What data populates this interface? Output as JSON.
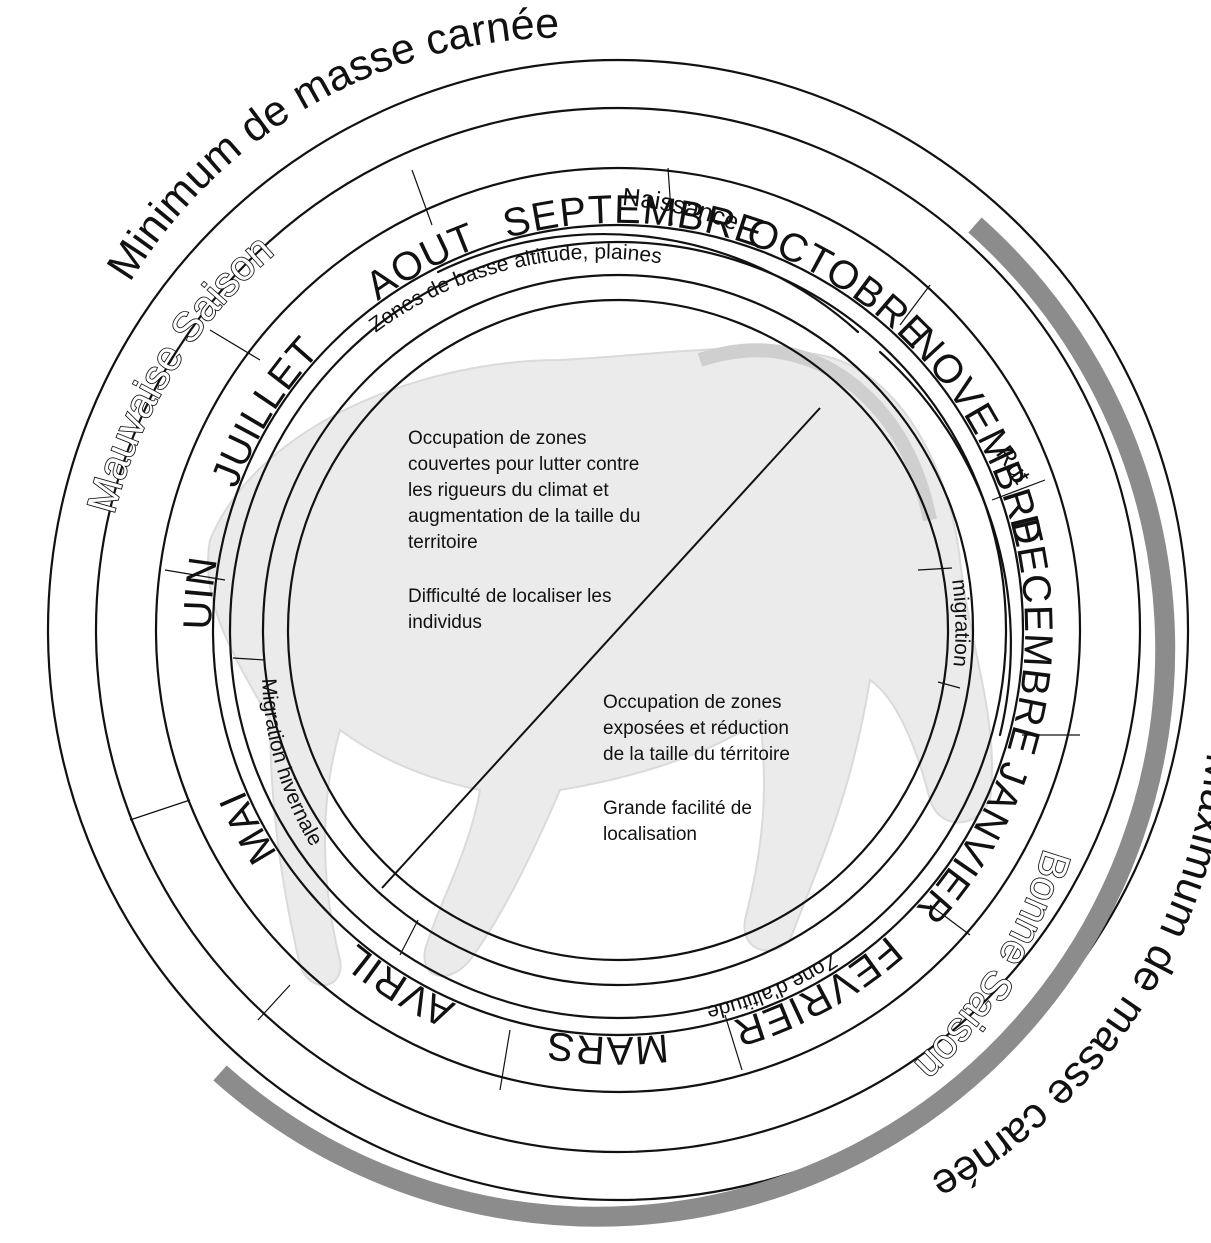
{
  "outer_labels": {
    "minimum": "Minimum de masse carnée",
    "maximum": "Maximum de masse carnée"
  },
  "seasons": {
    "bad": "Mauvaise Saison",
    "good": "Bonne Saison"
  },
  "months": [
    {
      "key": "jan",
      "label": "JANVIER"
    },
    {
      "key": "feb",
      "label": "FEVRIER"
    },
    {
      "key": "mar",
      "label": "MARS"
    },
    {
      "key": "apr",
      "label": "AVRIL"
    },
    {
      "key": "may",
      "label": "MAI"
    },
    {
      "key": "jun",
      "label": "JUIN"
    },
    {
      "key": "jul",
      "label": "JUILLET"
    },
    {
      "key": "aug",
      "label": "AOUT"
    },
    {
      "key": "sep",
      "label": "SEPTEMBRE"
    },
    {
      "key": "oct",
      "label": "OCTOBRE"
    },
    {
      "key": "nov",
      "label": "NOVEMBRE"
    },
    {
      "key": "dec",
      "label": "DECEMBRE"
    }
  ],
  "phases": {
    "birth": "Naissance",
    "rut": "Rut"
  },
  "zones": {
    "lowland": "Zones de basse altitude, plaines",
    "altitude": "Zone d'altitude",
    "migration": "migration",
    "winter_migration": "Migration hivernale"
  },
  "center": {
    "top_paragraph_1": [
      "Occupation de zones",
      "couvertes pour lutter contre",
      "les rigueurs du climat et",
      "augmentation de la taille du",
      "territoire"
    ],
    "top_paragraph_2": [
      "Difficulté de localiser les",
      "individus"
    ],
    "bottom_paragraph_1": [
      "Occupation de zones",
      "exposées et réduction",
      "de la taille du térritoire"
    ],
    "bottom_paragraph_2": [
      "Grande facilité de",
      "localisation"
    ]
  },
  "colors": {
    "line": "#111111",
    "max_band": "#8c8c8c",
    "horse_sketch": "#c8c8c8"
  }
}
